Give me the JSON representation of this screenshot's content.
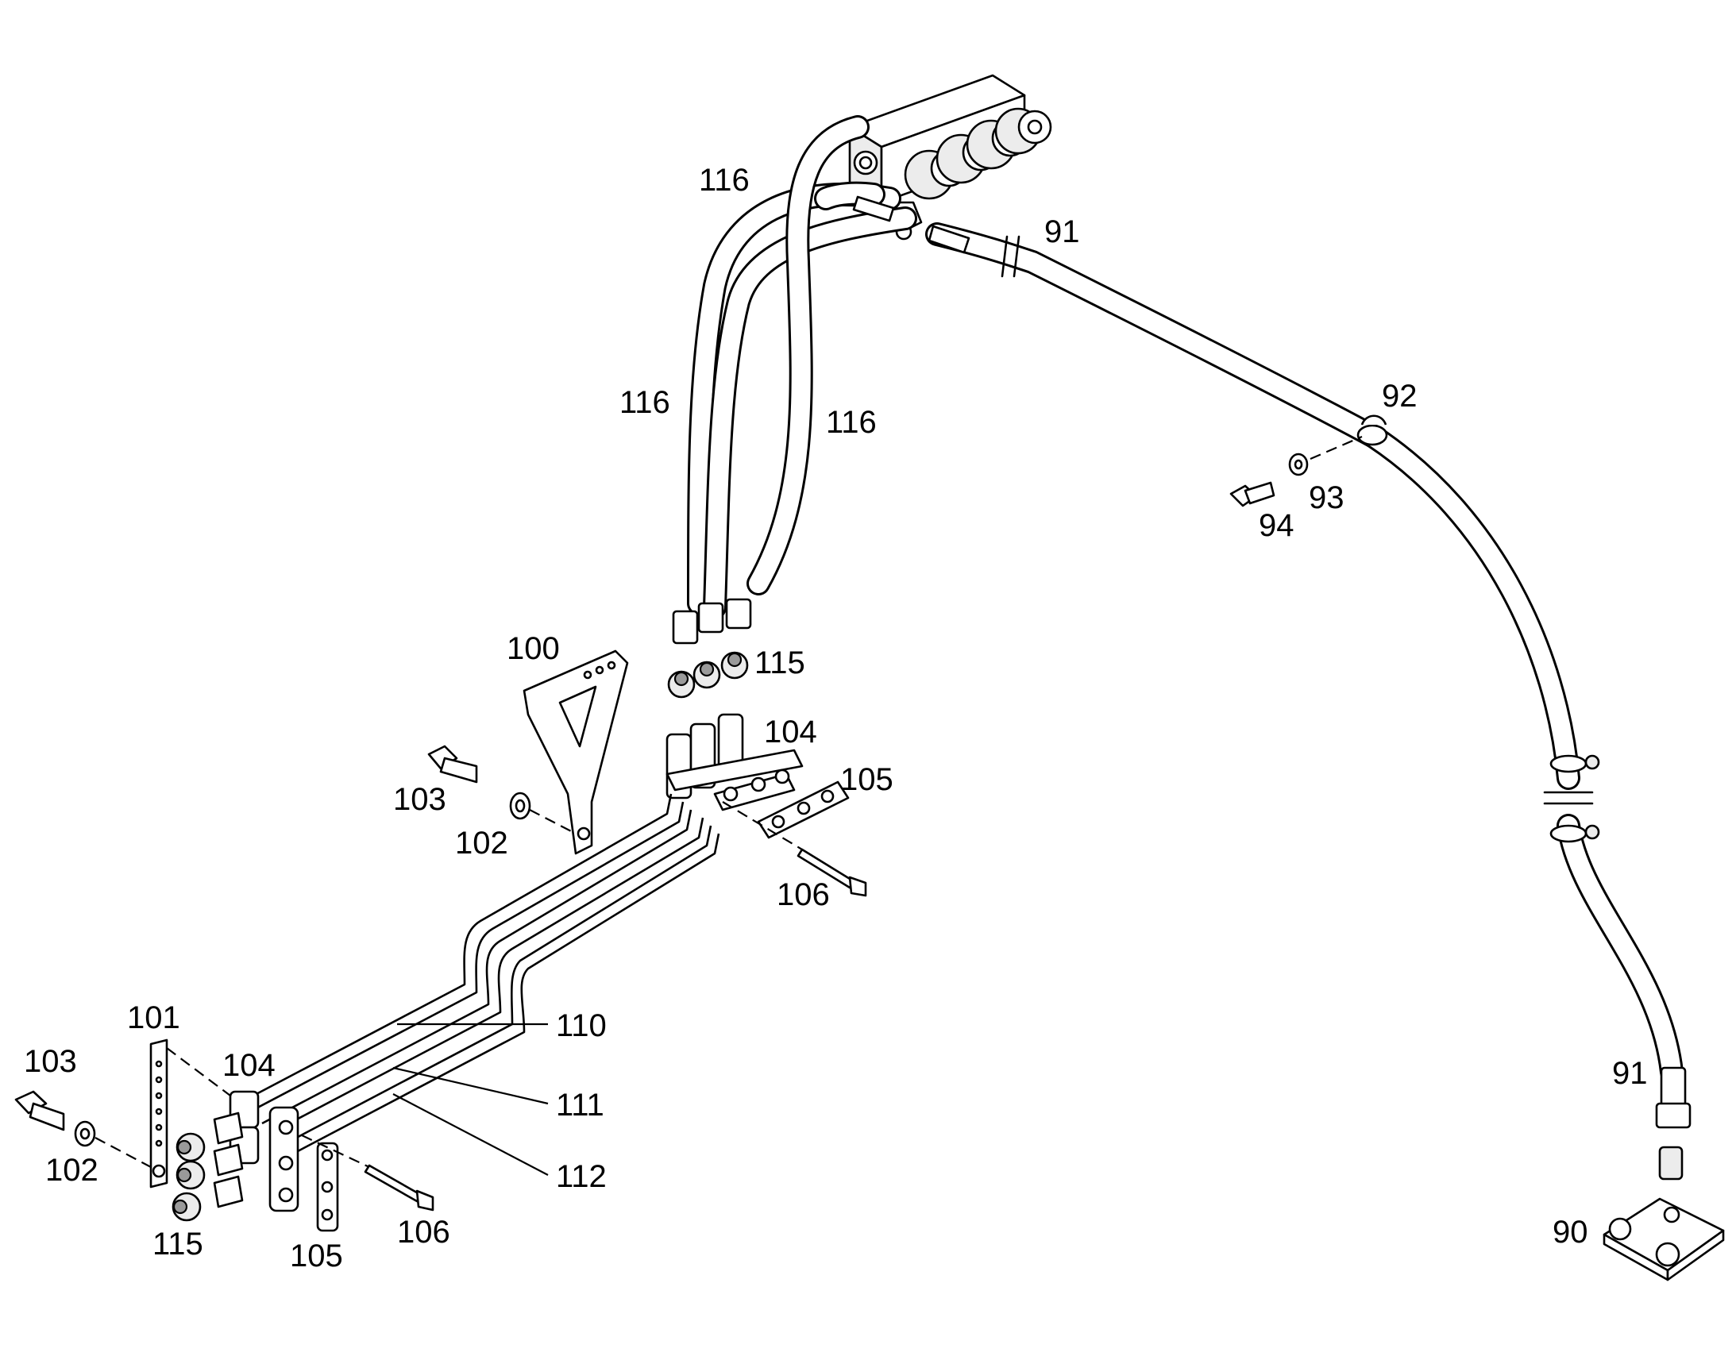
{
  "callouts": {
    "c116_a": "116",
    "c116_b": "116",
    "c116_c": "116",
    "c91_a": "91",
    "c91_b": "91",
    "c92": "92",
    "c93": "93",
    "c94": "94",
    "c90": "90",
    "c100": "100",
    "c115_a": "115",
    "c115_b": "115",
    "c104_a": "104",
    "c104_b": "104",
    "c105_a": "105",
    "c105_b": "105",
    "c103_a": "103",
    "c103_b": "103",
    "c102_a": "102",
    "c102_b": "102",
    "c106_a": "106",
    "c106_b": "106",
    "c101": "101",
    "c110": "110",
    "c111": "111",
    "c112": "112"
  }
}
